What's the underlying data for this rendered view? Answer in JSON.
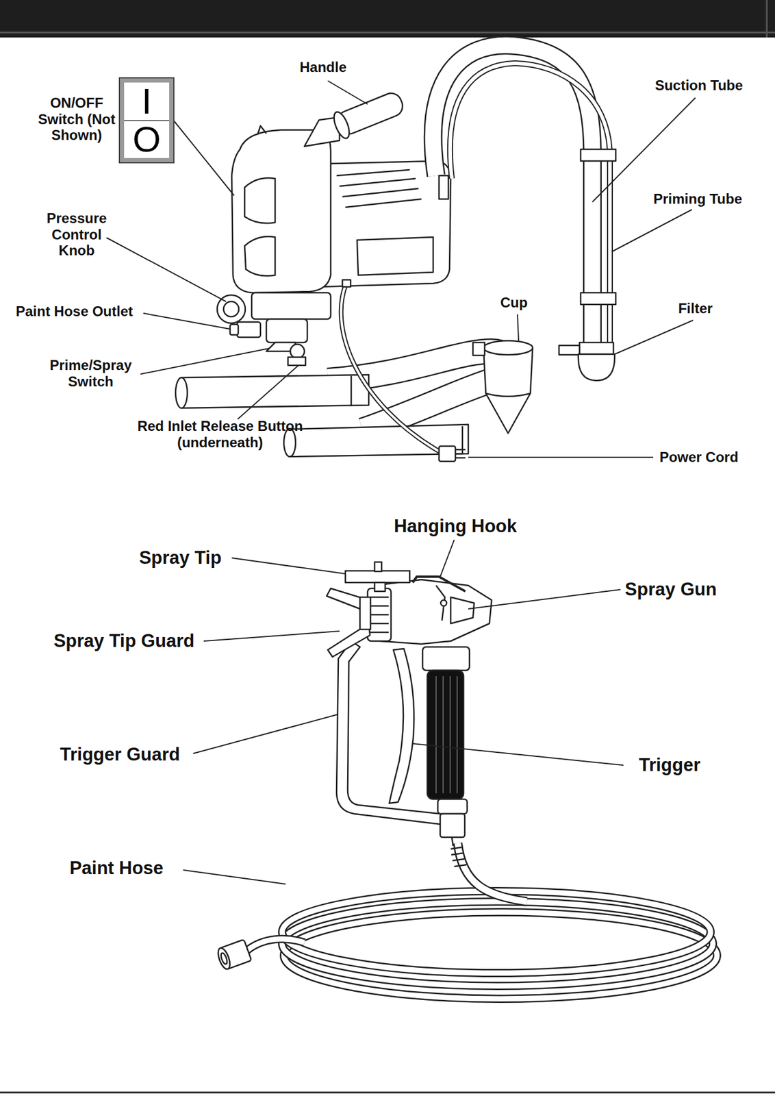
{
  "diagram": {
    "nodes": [
      {
        "text": [
          "I",
          "O"
        ]
      }
    ],
    "labels": [
      "Handle",
      "ON/OFF Switch (Not Shown)",
      "Suction Tube",
      "Priming Tube",
      "Pressure Control Knob",
      "Paint Hose Outlet",
      "Prime/Spray Switch",
      "Cup",
      "Filter",
      "Red Inlet Release Button (underneath)",
      "Power Cord",
      "Hanging Hook",
      "Spray Tip",
      "Spray Gun",
      "Spray Tip Guard",
      "Trigger Guard",
      "Trigger",
      "Paint Hose"
    ]
  }
}
